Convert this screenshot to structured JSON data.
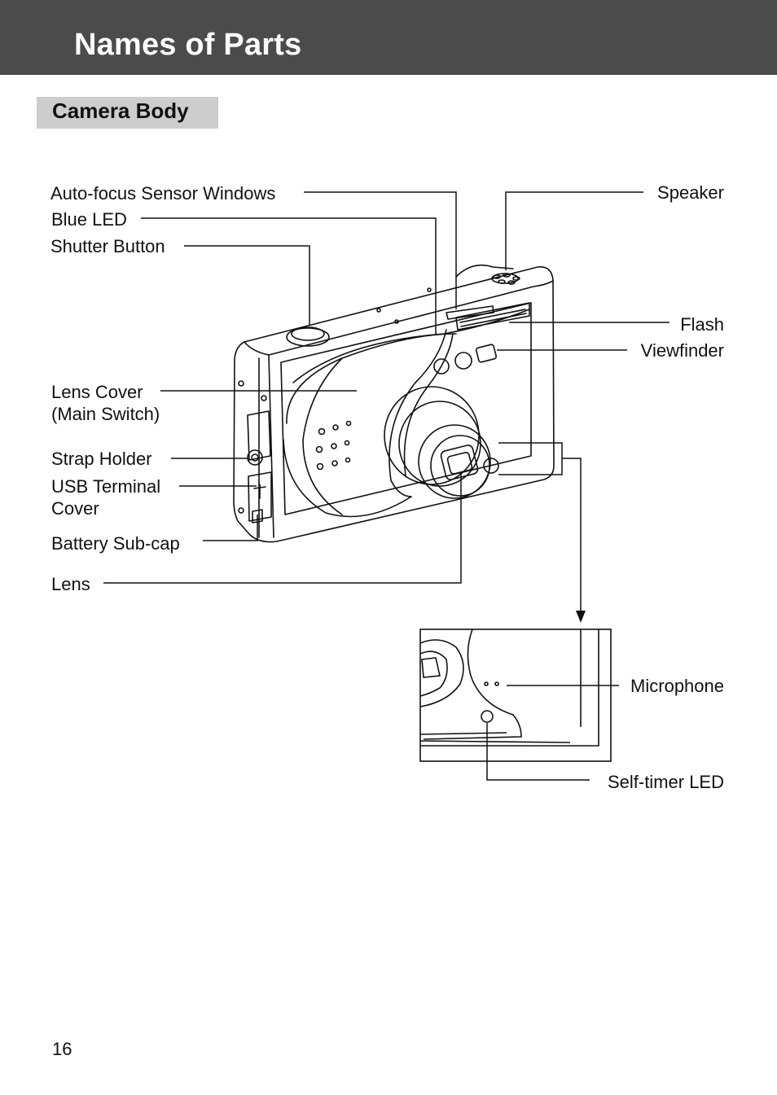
{
  "header": {
    "title": "Names of Parts"
  },
  "section": {
    "title": "Camera Body"
  },
  "labels": {
    "af_sensor": "Auto-focus Sensor Windows",
    "blue_led": "Blue LED",
    "shutter": "Shutter Button",
    "lens_cover_1": "Lens Cover",
    "lens_cover_2": "(Main Switch)",
    "strap": "Strap Holder",
    "usb_1": "USB Terminal",
    "usb_2": "Cover",
    "battery": "Battery Sub-cap",
    "lens": "Lens",
    "speaker": "Speaker",
    "flash": "Flash",
    "viewfinder": "Viewfinder",
    "microphone": "Microphone",
    "self_timer": "Self-timer LED"
  },
  "footer": {
    "page_number": "16"
  }
}
